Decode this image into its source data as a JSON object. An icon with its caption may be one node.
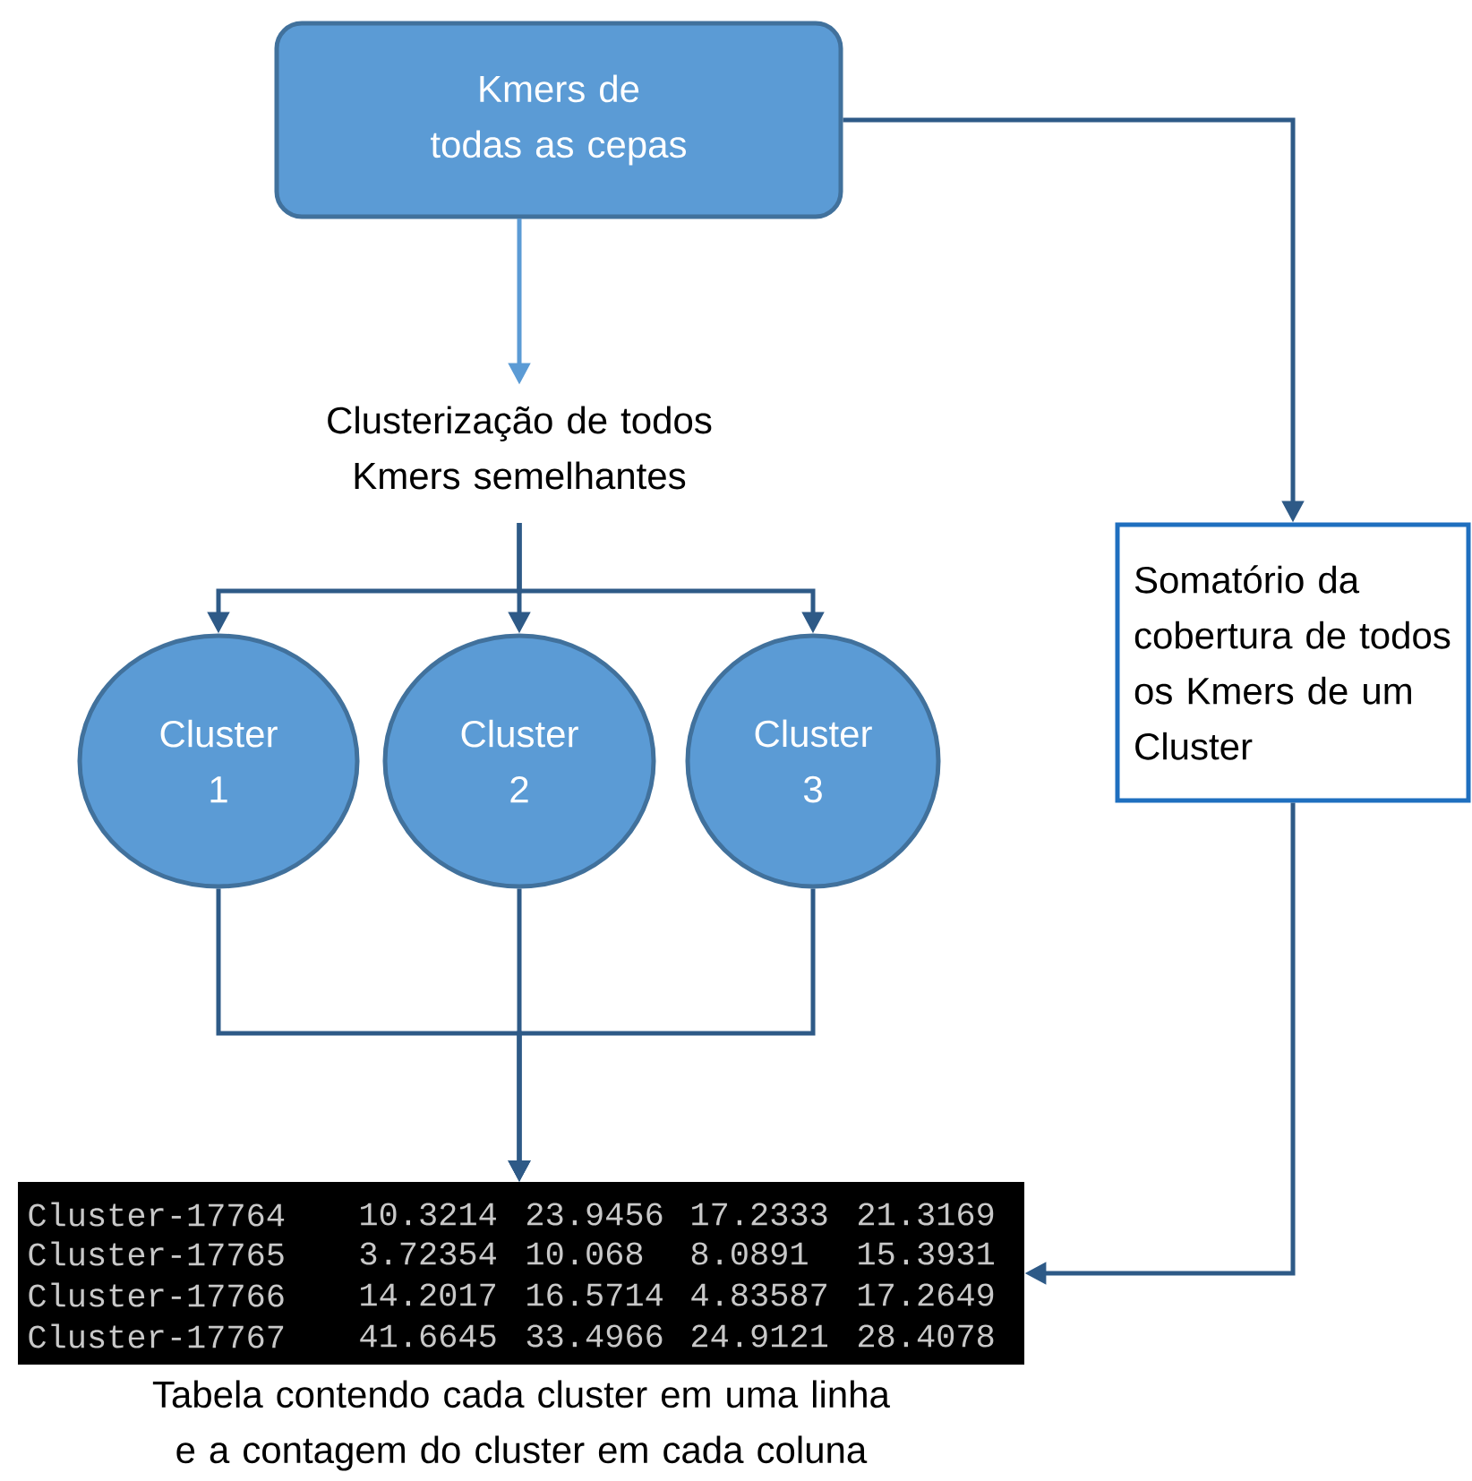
{
  "diagram": {
    "nodes": [
      {
        "text": [
          "Kmers de todas as cepas"
        ]
      },
      {
        "text": [
          "Clusterização de todos Kmers semelhantes"
        ]
      },
      {
        "text": [
          "Cluster 1"
        ]
      },
      {
        "text": [
          "Cluster 2"
        ]
      },
      {
        "text": [
          "Cluster 3"
        ]
      },
      {
        "text": [
          "Somatório da cobertura de todos os Kmers de um Cluster"
        ]
      },
      {
        "text": [
          "Cluster-17764",
          "10.3214",
          "23.9456",
          "17.2333",
          "21.3169",
          "Cluster-17765",
          "3.72354",
          "10.068",
          "8.0891",
          "15.3931",
          "Cluster-17766",
          "14.2017",
          "16.5714",
          "4.83587",
          "17.2649",
          "Cluster-17767",
          "41.6645",
          "33.4966",
          "24.9121",
          "28.4078"
        ],
        "beside": [
          "Tabela contendo cada cluster em uma linha e a contagem do cluster em cada coluna"
        ]
      }
    ],
    "edges": [
      {
        "from": 0,
        "to": 1,
        "arrow": "to",
        "color": "#5b9bd5"
      },
      {
        "from": 1,
        "to": 2,
        "arrow": "to"
      },
      {
        "from": 1,
        "to": 3,
        "arrow": "to"
      },
      {
        "from": 1,
        "to": 4,
        "arrow": "to"
      },
      {
        "from": 2,
        "to": 6,
        "arrow": "to"
      },
      {
        "from": 3,
        "to": 6,
        "arrow": "to"
      },
      {
        "from": 4,
        "to": 6,
        "arrow": "to"
      },
      {
        "from": 0,
        "to": 5,
        "arrow": "to"
      },
      {
        "from": 5,
        "to": 6,
        "arrow": "to"
      }
    ]
  }
}
